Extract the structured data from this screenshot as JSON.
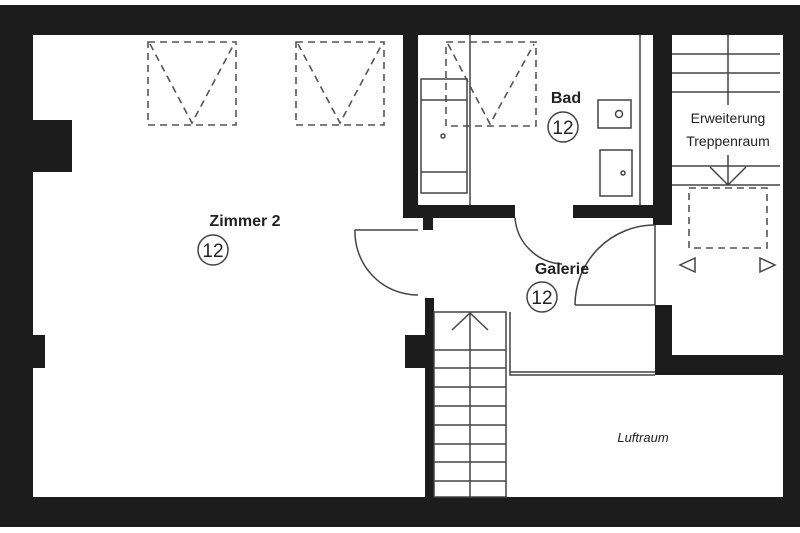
{
  "rooms": {
    "zimmer2": {
      "name": "Zimmer 2",
      "number": "12"
    },
    "bad": {
      "name": "Bad",
      "number": "12"
    },
    "galerie": {
      "name": "Galerie",
      "number": "12"
    },
    "treppenraum": {
      "line1": "Erweiterung",
      "line2": "Treppenraum"
    },
    "luftraum": {
      "name": "Luftraum"
    }
  },
  "colors": {
    "wall": "#1c1c1c",
    "background": "#ffffff"
  }
}
